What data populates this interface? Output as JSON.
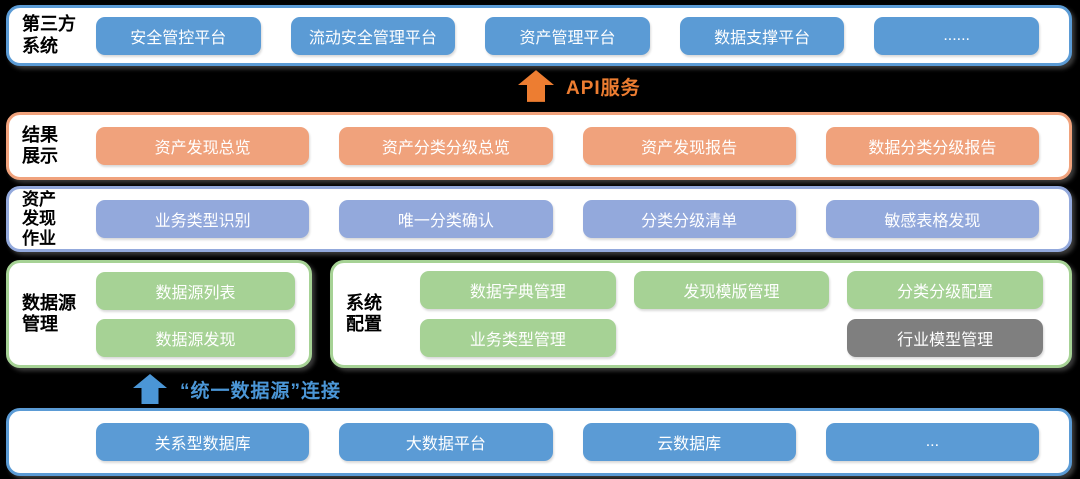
{
  "colors": {
    "background": "#000000",
    "blue": "#5B9BD5",
    "orange": "#F0A27C",
    "orange_accent": "#ED7D31",
    "periwinkle": "#93A9DC",
    "green": "#A6D295",
    "gray": "#7F7F7F",
    "arrow_blue": "#4B96D6",
    "button_text": "#FFFFFF",
    "label_text": "#000000"
  },
  "bands": {
    "third_party": {
      "label": "第三方\n系统",
      "items": [
        "安全管控平台",
        "流动安全管理平台",
        "资产管理平台",
        "数据支撑平台",
        "......"
      ]
    },
    "api_service": {
      "label": "API服务",
      "icon": "up-arrow-icon"
    },
    "results": {
      "label": "结果\n展示",
      "items": [
        "资产发现总览",
        "资产分类分级总览",
        "资产发现报告",
        "数据分类分级报告"
      ]
    },
    "asset_discovery": {
      "label": "资产\n发现\n作业",
      "items": [
        "业务类型识别",
        "唯一分类确认",
        "分类分级清单",
        "敏感表格发现"
      ]
    },
    "datasource_mgmt": {
      "label": "数据源\n管理",
      "items": [
        "数据源列表",
        "数据源发现"
      ]
    },
    "system_config": {
      "label": "系统\n配置",
      "row1": [
        "数据字典管理",
        "发现模版管理",
        "分类分级配置"
      ],
      "row2": [
        "业务类型管理",
        "行业模型管理"
      ]
    },
    "unified_connection": {
      "label": "“统一数据源”连接",
      "icon": "up-arrow-icon"
    },
    "databases": {
      "items": [
        "关系型数据库",
        "大数据平台",
        "云数据库",
        "..."
      ]
    }
  }
}
